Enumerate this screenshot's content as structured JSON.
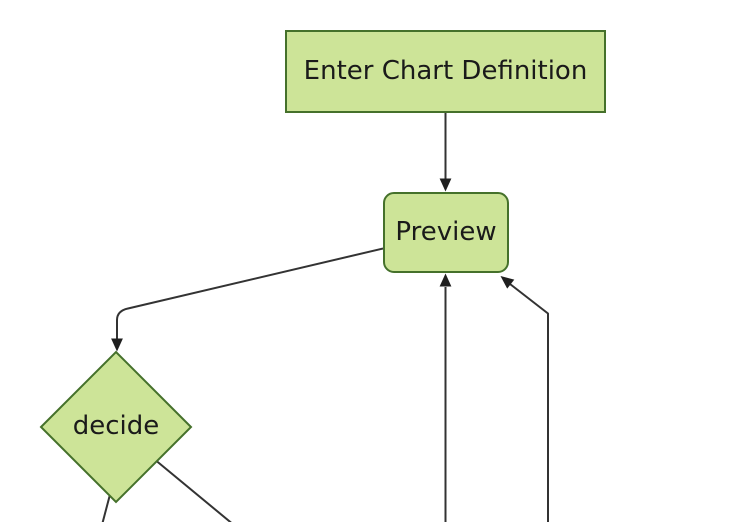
{
  "diagram": {
    "type": "flowchart",
    "direction": "top-down",
    "nodes": [
      {
        "id": "A",
        "shape": "rectangle",
        "label": "Enter Chart Definition"
      },
      {
        "id": "B",
        "shape": "rounded-rectangle",
        "label": "Preview"
      },
      {
        "id": "C",
        "shape": "diamond",
        "label": "decide"
      }
    ],
    "edges": [
      {
        "from": "A",
        "to": "B",
        "arrowhead": true
      },
      {
        "from": "B",
        "to": "C",
        "arrowhead": true
      },
      {
        "from": "C",
        "to": "offscreen-bottom-left",
        "arrowhead": false
      },
      {
        "from": "C",
        "to": "offscreen-bottom-right",
        "arrowhead": false
      },
      {
        "from": "offscreen-bottom",
        "to": "B",
        "arrowhead": true
      },
      {
        "from": "offscreen-bottom-right",
        "to": "B",
        "arrowhead": true
      }
    ]
  },
  "theme": {
    "background": "#ffffff",
    "node_fill": "#cde498",
    "node_border": "#45712b",
    "edge_color": "#333333",
    "arrow_color": "#1f1f1f",
    "text_color": "#1a1a1a"
  }
}
